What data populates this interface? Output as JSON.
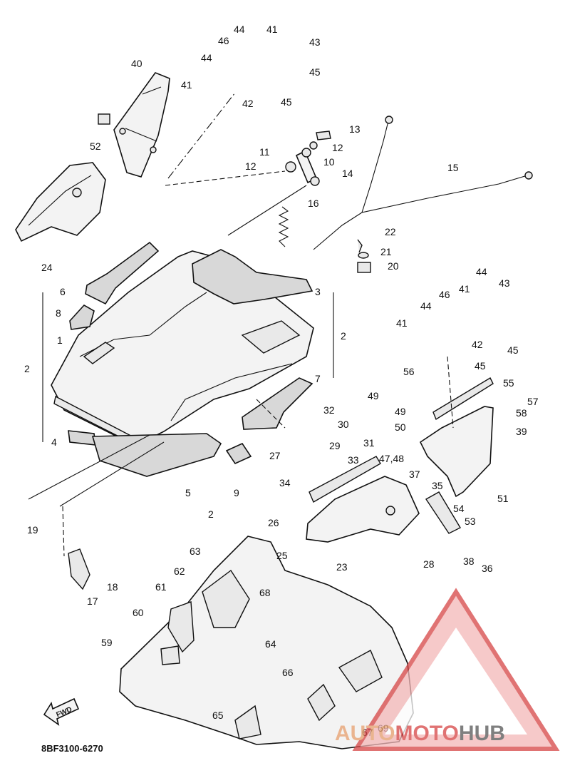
{
  "diagram_code": "8BF3100-6270",
  "fwd_label": "FWD",
  "watermark": {
    "part1": "AUTO",
    "part2": "MOTO",
    "part3": "HUB",
    "color1": "#e8a06e",
    "color2": "#d64545",
    "color3": "#555555"
  },
  "callouts": [
    "1",
    "2",
    "3",
    "4",
    "5",
    "6",
    "7",
    "8",
    "9",
    "10",
    "11",
    "12",
    "13",
    "14",
    "15",
    "16",
    "17",
    "18",
    "19",
    "20",
    "21",
    "22",
    "23",
    "24",
    "25",
    "26",
    "27",
    "28",
    "29",
    "30",
    "31",
    "32",
    "33",
    "34",
    "35",
    "36",
    "37",
    "38",
    "39",
    "40",
    "41",
    "42",
    "43",
    "44",
    "45",
    "46",
    "47,48",
    "49",
    "50",
    "51",
    "52",
    "53",
    "54",
    "55",
    "56",
    "57",
    "58",
    "59",
    "60",
    "61",
    "62",
    "63",
    "64",
    "65",
    "66",
    "67",
    "68",
    "69"
  ]
}
